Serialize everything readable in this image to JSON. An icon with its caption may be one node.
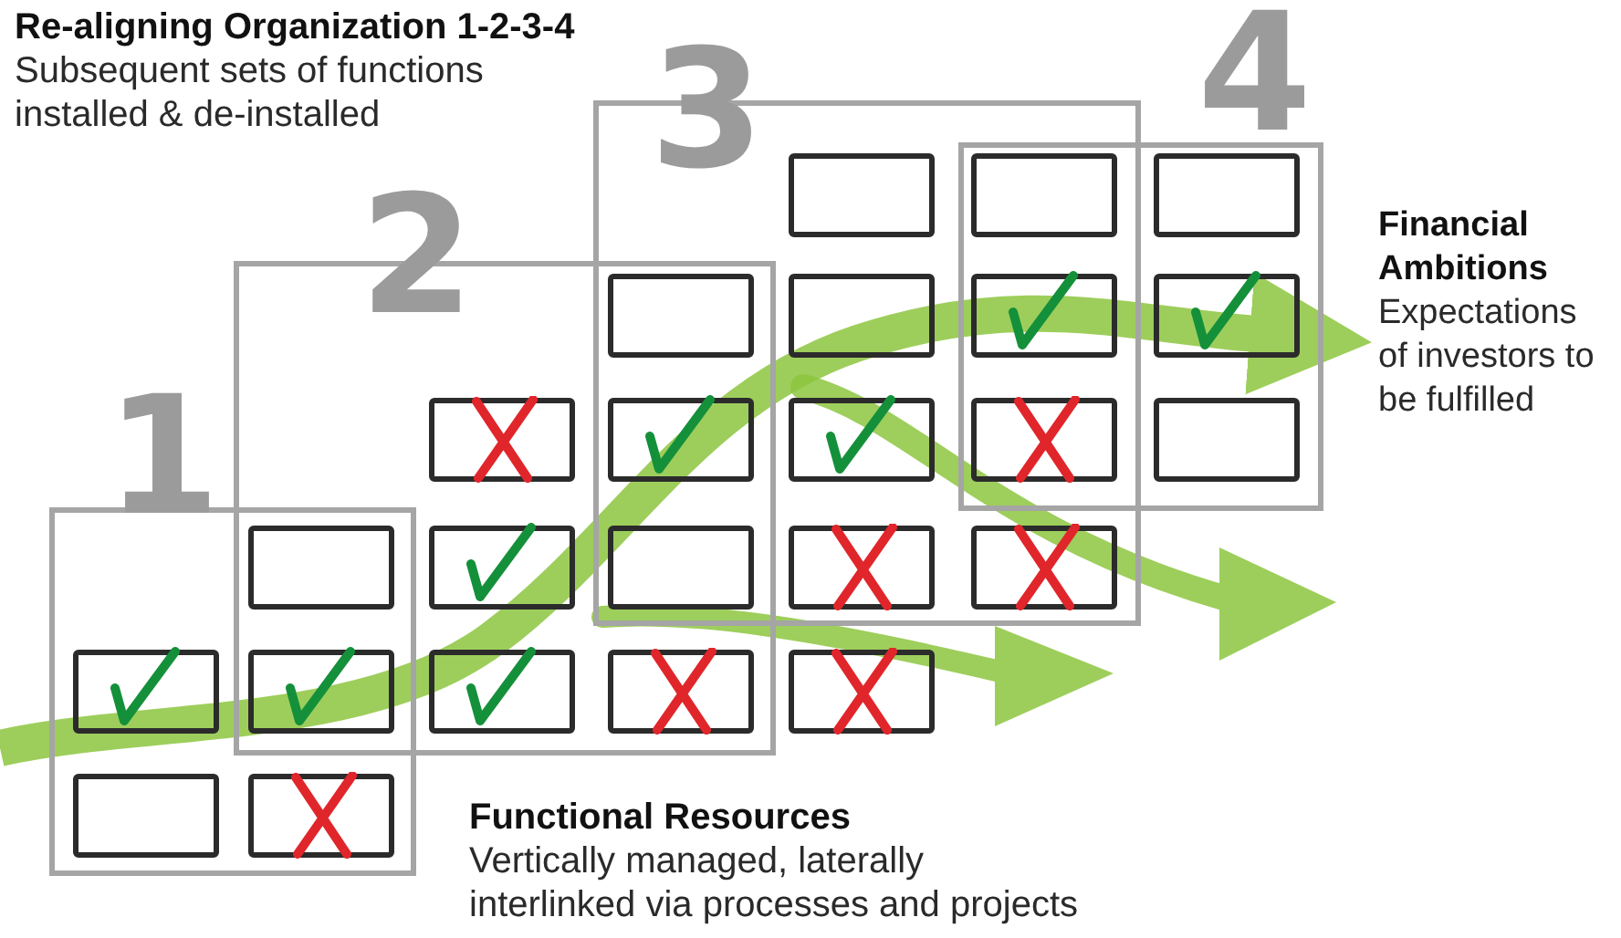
{
  "diagram": {
    "title": "Re-aligning Organization 1-2-3-4",
    "nodes": [
      {
        "text": [
          "1"
        ]
      },
      {
        "text": [
          "2"
        ]
      },
      {
        "text": [
          "3"
        ]
      },
      {
        "text": [
          "4"
        ]
      },
      {
        "text": [],
        "shape": "box",
        "in": 0
      },
      {
        "text": [],
        "shape": "box",
        "in": 0
      },
      {
        "text": [],
        "shape": "box"
      },
      {
        "text": [],
        "shape": "box"
      },
      {
        "text": [],
        "shape": "box",
        "in": 0
      },
      {
        "text": [],
        "shape": "box",
        "in": 1
      },
      {
        "text": [],
        "shape": "box",
        "in": 1
      },
      {
        "text": [],
        "shape": "box",
        "in": 1
      },
      {
        "text": [],
        "shape": "box"
      },
      {
        "text": [],
        "shape": "box"
      },
      {
        "text": [],
        "shape": "box"
      },
      {
        "text": [],
        "shape": "box",
        "in": 1
      },
      {
        "text": [],
        "shape": "box",
        "in": 2
      },
      {
        "text": [],
        "shape": "box",
        "in": 2
      },
      {
        "text": [],
        "shape": "box",
        "in": 2
      },
      {
        "text": [],
        "shape": "box",
        "in": 2
      },
      {
        "text": [],
        "shape": "box"
      },
      {
        "text": [],
        "shape": "box"
      },
      {
        "text": [],
        "shape": "box"
      },
      {
        "text": [],
        "shape": "box"
      },
      {
        "text": [],
        "shape": "box",
        "in": 2
      },
      {
        "text": [],
        "shape": "box",
        "in": 3
      },
      {
        "text": [],
        "shape": "box",
        "in": 3
      },
      {
        "text": [],
        "shape": "box",
        "in": 3
      },
      {
        "text": [
          "Financial Ambitions",
          "Expectations of investors to be fulfilled"
        ]
      }
    ],
    "edges": [
      {
        "from": null,
        "to": 28,
        "arrow": "to"
      }
    ],
    "labels": [
      "Subsequent sets of functions installed & de-installed",
      "Functional Resources",
      "Vertically managed, laterally interlinked via processes and projects"
    ]
  }
}
